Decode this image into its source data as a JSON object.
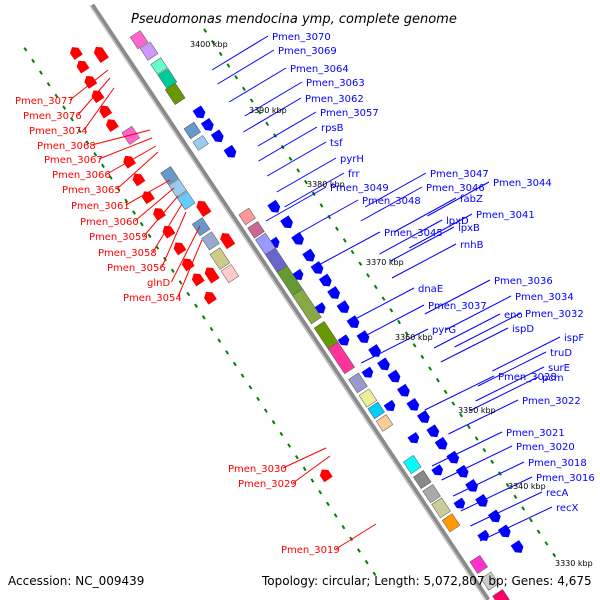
{
  "title": "Pseudomonas mendocina ymp, complete genome",
  "footer": {
    "accession": "Accession: NC_009439",
    "summary": "Topology: circular; Length: 5,072,807 bp; Genes: 4,675"
  },
  "ticks": [
    "3400 kbp",
    "3390 kbp",
    "3380 kbp",
    "3370 kbp",
    "3360 kbp",
    "3350 kbp",
    "3340 kbp",
    "3330 kbp"
  ],
  "colors": {
    "forward_strand": "#0000ff",
    "reverse_strand": "#ff0000",
    "backbone": "#808080",
    "dots": "#008000"
  },
  "left_labels": [
    "Pmen_3077",
    "Pmen_3076",
    "Pmen_3074",
    "Pmen_3068",
    "Pmen_3067",
    "Pmen_3066",
    "Pmen_3065",
    "Pmen_3061",
    "Pmen_3060",
    "Pmen_3059",
    "Pmen_3058",
    "Pmen_3056",
    "glnD",
    "Pmen_3054",
    "Pmen_3030",
    "Pmen_3029",
    "Pmen_3019"
  ],
  "right_labels": [
    "Pmen_3070",
    "Pmen_3069",
    "Pmen_3064",
    "Pmen_3063",
    "Pmen_3062",
    "Pmen_3057",
    "rpsB",
    "tsf",
    "pyrH",
    "frr",
    "Pmen_3049",
    "Pmen_3048",
    "Pmen_3047",
    "Pmen_3046",
    "Pmen_3044",
    "fabZ",
    "lpxD",
    "Pmen_3041",
    "Pmen_3045",
    "lpxB",
    "rnhB",
    "dnaE",
    "Pmen_3037",
    "Pmen_3036",
    "Pmen_3034",
    "eno",
    "Pmen_3032",
    "pyrG",
    "ispD",
    "ispF",
    "truD",
    "surE",
    "pcm",
    "Pmen_3028",
    "Pmen_3022",
    "Pmen_3021",
    "Pmen_3020",
    "Pmen_3018",
    "Pmen_3016",
    "recA",
    "recX"
  ]
}
